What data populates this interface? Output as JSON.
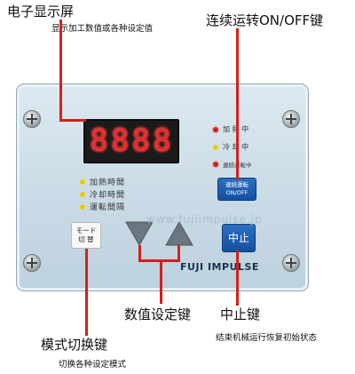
{
  "callouts": {
    "display_title": "电子显示屏",
    "display_desc": "显示加工数值或各种设定值",
    "run_title": "连续运转ON/OFF键",
    "value_title": "数值设定键",
    "stop_title": "中止键",
    "stop_desc": "结束机械运行恢复初始状态",
    "mode_title": "模式切换键",
    "mode_desc": "切换各种设定模式"
  },
  "display": {
    "value": "8888"
  },
  "indicators": {
    "heating": "加 熱 中",
    "cooling": "冷 却 中",
    "continuous": "連続運転中"
  },
  "mode_lights": [
    "加熱時間",
    "冷却時間",
    "運転間隔"
  ],
  "buttons": {
    "mode": [
      "モード",
      "切 替"
    ],
    "run": [
      "連続運転",
      "ON/OFF"
    ],
    "stop": "中止"
  },
  "brand": "FUJI IMPULSE",
  "watermark": "www.fujiimpulse.jp",
  "colors": {
    "led_red": "#d0231d",
    "led_yellow": "#e6c919",
    "button_blue": "#1c5fb3",
    "leader_red": "#d4201c"
  },
  "icons": {
    "value_down": "triangle-down-icon",
    "value_up": "triangle-up-icon",
    "screw": "screw-icon"
  }
}
